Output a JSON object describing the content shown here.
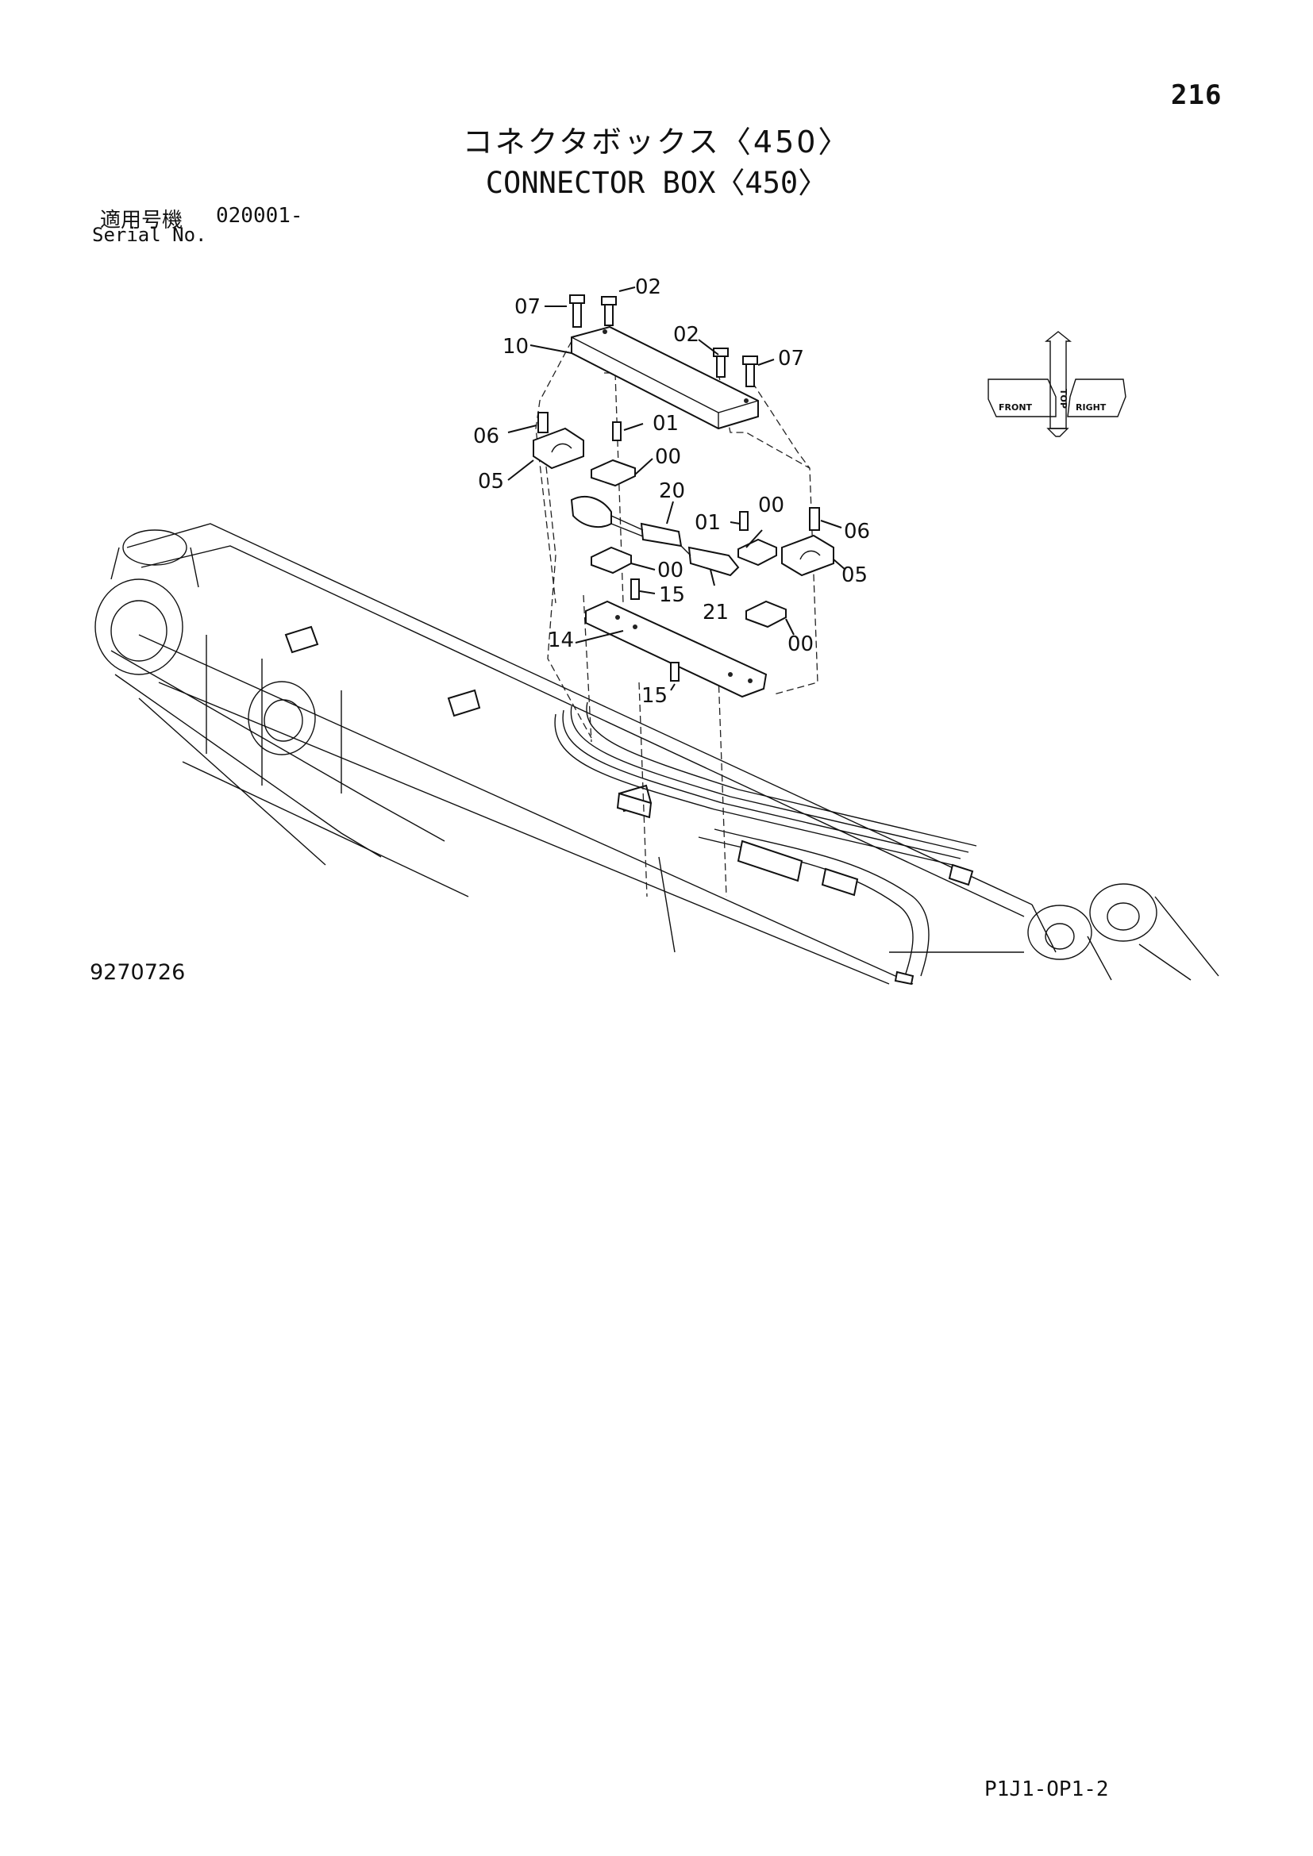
{
  "page_number": "216",
  "title_jp": "コネクタボックス〈450〉",
  "title_en": "CONNECTOR BOX〈450〉",
  "serial": {
    "label_jp": "適用号機",
    "value": "020001-",
    "label_en": "Serial No."
  },
  "drawing_number": "9270726",
  "page_code": "P1J1-OP1-2",
  "orientation_indicator": {
    "labels": [
      "FRONT",
      "TOP",
      "RIGHT"
    ]
  },
  "callouts": {
    "c07a": "07",
    "c02a": "02",
    "c10": "10",
    "c02b": "02",
    "c07b": "07",
    "c06a": "06",
    "c01a": "01",
    "c05a": "05",
    "c00a": "00",
    "c20": "20",
    "c00b": "00",
    "c01b": "01",
    "c06b": "06",
    "c00c": "00",
    "c05b": "05",
    "c15a": "15",
    "c21": "21",
    "c14": "14",
    "c00d": "00",
    "c15b": "15"
  }
}
